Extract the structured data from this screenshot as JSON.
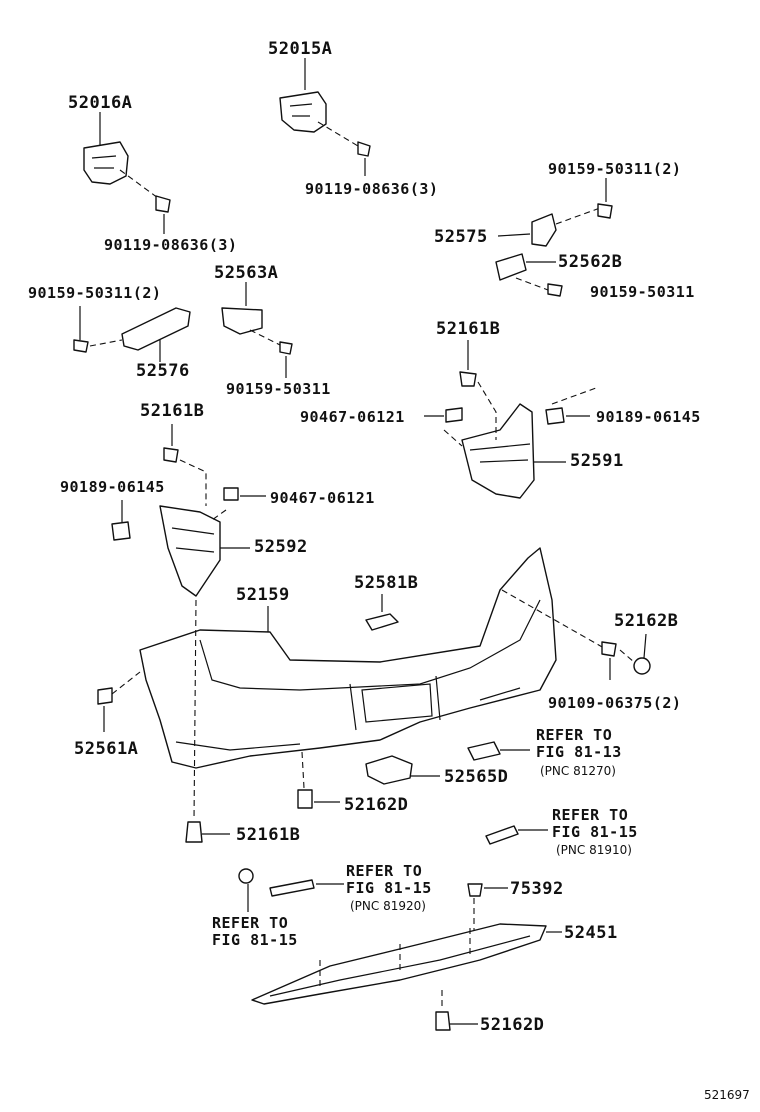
{
  "labels": {
    "p52015A": "52015A",
    "p52016A": "52016A",
    "p90119_1": "90119-08636(3)",
    "p90119_2": "90119-08636(3)",
    "p90159_tr": "90159-50311(2)",
    "p52575": "52575",
    "p52562B": "52562B",
    "p90159_r": "90159-50311",
    "p52563A": "52563A",
    "p90159_l": "90159-50311(2)",
    "p52576": "52576",
    "p90159_c": "90159-50311",
    "p52161B_r": "52161B",
    "p90467_r": "90467-06121",
    "p90189_r": "90189-06145",
    "p52591": "52591",
    "p52161B_l": "52161B",
    "p90189_l": "90189-06145",
    "p90467_l": "90467-06121",
    "p52592": "52592",
    "p52159": "52159",
    "p52581B": "52581B",
    "p52162B": "52162B",
    "p90109": "90109-06375(2)",
    "p52561A": "52561A",
    "p52162D_1": "52162D",
    "p52565D": "52565D",
    "p52161B_b": "52161B",
    "p75392": "75392",
    "p52451": "52451",
    "p52162D_2": "52162D"
  },
  "references": {
    "r1_line1": "REFER TO",
    "r1_line2": "FIG 81-13",
    "r1_pnc": "(PNC 81270)",
    "r2_line1": "REFER TO",
    "r2_line2": "FIG 81-15",
    "r2_pnc": "(PNC 81910)",
    "r3_line1": "REFER TO",
    "r3_line2": "FIG 81-15",
    "r3_pnc": "(PNC 81920)",
    "r4_line1": "REFER TO",
    "r4_line2": "FIG 81-15"
  },
  "figure_code": "521697"
}
